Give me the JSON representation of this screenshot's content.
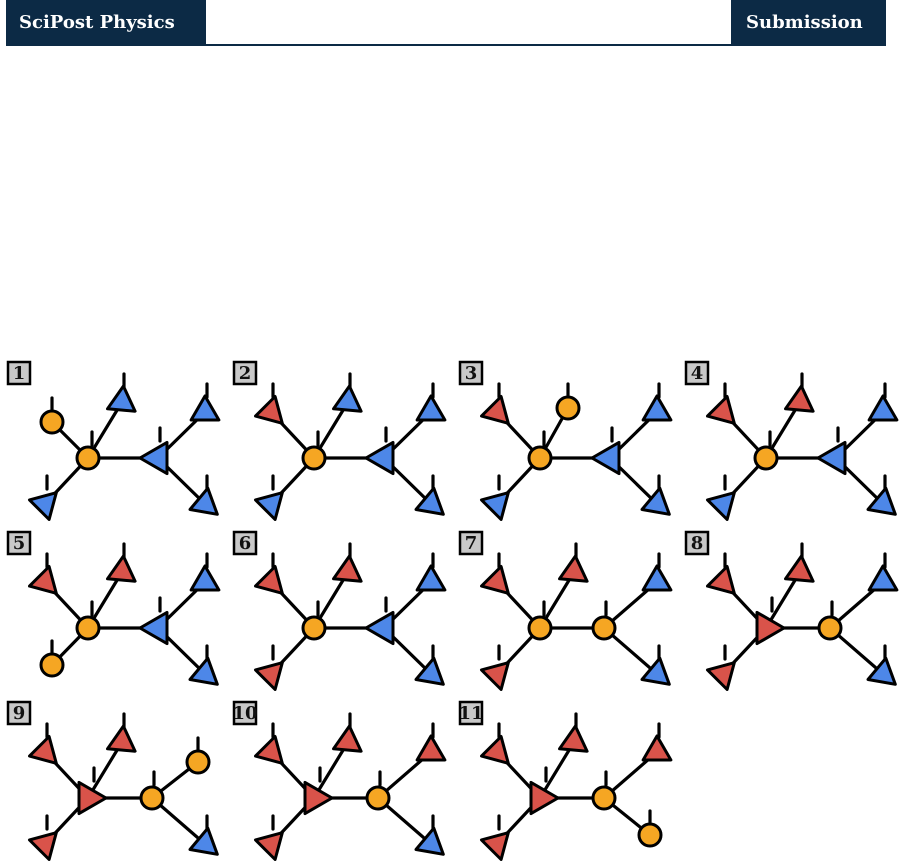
{
  "header": {
    "journal": "SciPost Physics",
    "label": "Submission"
  },
  "colors": {
    "orange": "#f5a623",
    "red": "#d9534a",
    "blue": "#4d87e8",
    "badge": "#c8c8c8",
    "ink": "#000000",
    "header_bg": "#0c2a45"
  },
  "panels": [
    {
      "number": "1",
      "center": "circle",
      "left_up": "circle",
      "left_down": "blue",
      "mid_up": "blue",
      "right_center": "blue-triangle",
      "right_up": "blue",
      "right_down": "blue"
    },
    {
      "number": "2",
      "center": "circle",
      "left_up": "red",
      "left_down": "blue",
      "mid_up": "blue",
      "right_center": "blue-triangle",
      "right_up": "blue",
      "right_down": "blue"
    },
    {
      "number": "3",
      "center": "circle",
      "left_up": "red",
      "left_down": "blue",
      "mid_up": "circle",
      "right_center": "blue-triangle",
      "right_up": "blue",
      "right_down": "blue"
    },
    {
      "number": "4",
      "center": "circle",
      "left_up": "red",
      "left_down": "blue",
      "mid_up": "red",
      "right_center": "blue-triangle",
      "right_up": "blue",
      "right_down": "blue"
    },
    {
      "number": "5",
      "center": "circle",
      "left_up": "red",
      "left_down": "circle",
      "mid_up": "red",
      "right_center": "blue-triangle",
      "right_up": "blue",
      "right_down": "blue"
    },
    {
      "number": "6",
      "center": "circle",
      "left_up": "red",
      "left_down": "red",
      "mid_up": "red",
      "right_center": "blue-triangle",
      "right_up": "blue",
      "right_down": "blue"
    },
    {
      "number": "7",
      "center": "circle",
      "left_up": "red",
      "left_down": "red",
      "mid_up": "red",
      "right_center": "circle",
      "right_up": "blue",
      "right_down": "blue"
    },
    {
      "number": "8",
      "center": "red-triangle",
      "left_up": "red",
      "left_down": "red",
      "mid_up": "red",
      "right_center": "circle",
      "right_up": "blue",
      "right_down": "blue"
    },
    {
      "number": "9",
      "center": "red-triangle",
      "left_up": "red",
      "left_down": "red",
      "mid_up": "red",
      "right_center": "circle",
      "right_up": "circle",
      "right_down": "blue"
    },
    {
      "number": "10",
      "center": "red-triangle",
      "left_up": "red",
      "left_down": "red",
      "mid_up": "red",
      "right_center": "circle",
      "right_up": "red",
      "right_down": "blue"
    },
    {
      "number": "11",
      "center": "red-triangle",
      "left_up": "red",
      "left_down": "red",
      "mid_up": "red",
      "right_center": "circle",
      "right_up": "red",
      "right_down": "circle"
    }
  ]
}
